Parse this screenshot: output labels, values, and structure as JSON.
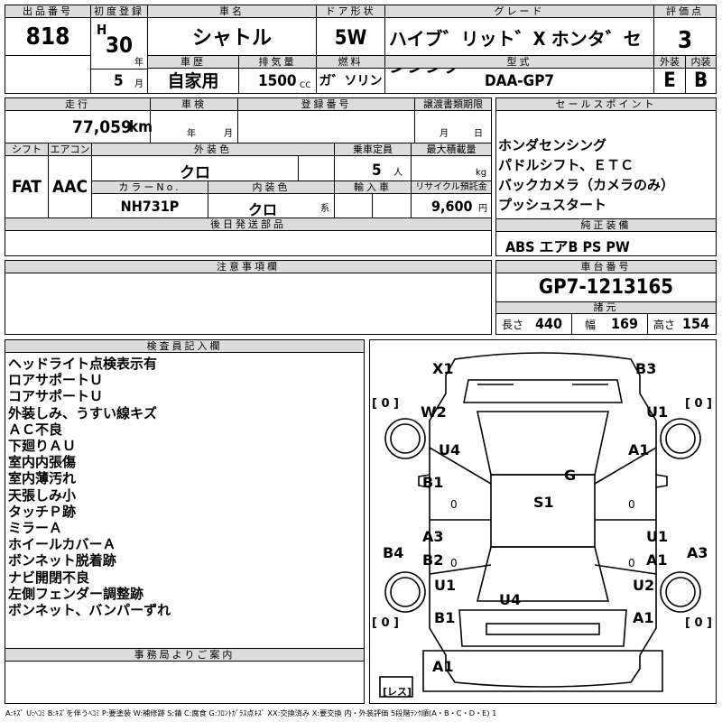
{
  "header": {
    "lot_label": "出品番号",
    "lot_number": "818",
    "first_reg_label": "初度登録",
    "era_letter": "H",
    "year_value": "30",
    "year_unit": "年",
    "month_value": "5",
    "month_unit": "月",
    "car_name_label": "車名",
    "car_name": "シャトル",
    "door_label": "ドア形状",
    "door_value": "5W",
    "grade_label": "グレード",
    "grade_value": "ハイブ゛リット゛X ホンタ゛センシンク゛",
    "score_label": "評価点",
    "score_value": "3",
    "history_label": "車歴",
    "history_value": "自家用",
    "displacement_label": "排気量",
    "displacement_value": "1500",
    "displacement_unit": "CC",
    "fuel_label": "燃料",
    "fuel_value": "ガ゛ソリン",
    "model_label": "型式",
    "model_value": "DAA-GP7",
    "exterior_label": "外装",
    "exterior_value": "E",
    "interior_label": "内装",
    "interior_value": "B"
  },
  "row2": {
    "mileage_label": "走行",
    "mileage_value": "77,059",
    "mileage_unit": "km",
    "inspection_label": "車検",
    "inspection_year_unit": "年",
    "inspection_month_unit": "月",
    "plate_label": "登録番号",
    "transfer_label": "譲渡書類期限",
    "transfer_month_unit": "月",
    "transfer_day_unit": "日",
    "shift_label": "シフト",
    "shift_value": "FAT",
    "ac_label": "エアコン",
    "ac_value": "AAC",
    "ext_color_label": "外装色",
    "ext_color_value": "クロ",
    "capacity_label": "乗車定員",
    "capacity_value": "5",
    "capacity_unit": "人",
    "max_load_label": "最大積載量",
    "max_load_unit": "kg",
    "color_no_label": "カラーNo.",
    "color_no_value": "NH731P",
    "int_color_label": "内装色",
    "int_color_value": "クロ",
    "int_color_unit": "系",
    "import_label": "輸入車",
    "recycle_label": "リサイクル預託金",
    "recycle_value": "9,600",
    "recycle_unit": "円",
    "later_parts_label": "後日発送部品"
  },
  "sales_points": {
    "label": "セールスポイント",
    "items": [
      "ホンダセンシング",
      "パドルシフト、ＥＴＣ",
      "バックカメラ（カメラのみ）",
      "プッシュスタート"
    ]
  },
  "equipment": {
    "label": "純正装備",
    "value": "ABS エアB PS PW"
  },
  "caution": {
    "label": "注意事項欄"
  },
  "chassis": {
    "label": "車台番号",
    "value": "GP7-1213165"
  },
  "dimensions": {
    "label": "諸元",
    "length_label": "長さ",
    "length_value": "440",
    "width_label": "幅",
    "width_value": "169",
    "height_label": "高さ",
    "height_value": "154"
  },
  "inspector": {
    "label": "検査員記入欄",
    "notes": [
      "ヘッドライト点検表示有",
      "ロアサポートＵ",
      "コアサポートＵ",
      "外装しみ、うすい線キズ",
      "ＡＣ不良",
      "下廻りＡＵ",
      "室内内張傷",
      "室内薄汚れ",
      "天張しみ小",
      "タッチＰ跡",
      "ミラーＡ",
      "ホイールカバーＡ",
      "ボンネット脱着跡",
      "ナビ開閉不良",
      "左側フェンダー調整跡",
      "ボンネット、バンパーずれ"
    ]
  },
  "office": {
    "label": "事務局よりご案内"
  },
  "diagram": {
    "marks": {
      "x1": "X1",
      "b3": "B3",
      "w2": "W2",
      "u1_fr": "U1",
      "u4_fl": "U4",
      "a1_fr": "A1",
      "g": "G",
      "b1_l": "B1",
      "s1": "S1",
      "a3_l": "A3",
      "u1_r": "U1",
      "b4": "B4",
      "b2": "B2",
      "a1_r": "A1",
      "a3_r": "A3",
      "u1_rl": "U1",
      "u2": "U2",
      "u4_rear": "U4",
      "b1_rl": "B1",
      "a1_rr": "A1",
      "a1_bottom": "A1",
      "zero_l_door1": "0",
      "zero_r_door1": "0",
      "zero_l_door2": "0",
      "zero_r_door2": "0"
    },
    "tire_fl": "[ 0 ]",
    "tire_fr": "[ 0 ]",
    "tire_rl": "[ 0 ]",
    "tire_rr": "[ 0 ]",
    "spare": "[レス]"
  },
  "legend": "A:ｷｽﾞ U:ﾍｺﾐ B:ｷｽﾞを伴うﾍｺﾐ P:要塗装 W:補修跡 S:錆 C:腐食 G:ﾌﾛﾝﾄｶﾞﾗｽ点ｷｽﾞ XX:交換済み X:要交換 内・外装評価 5段階ﾗﾝｸ順(A・B・C・D・E) 1"
}
